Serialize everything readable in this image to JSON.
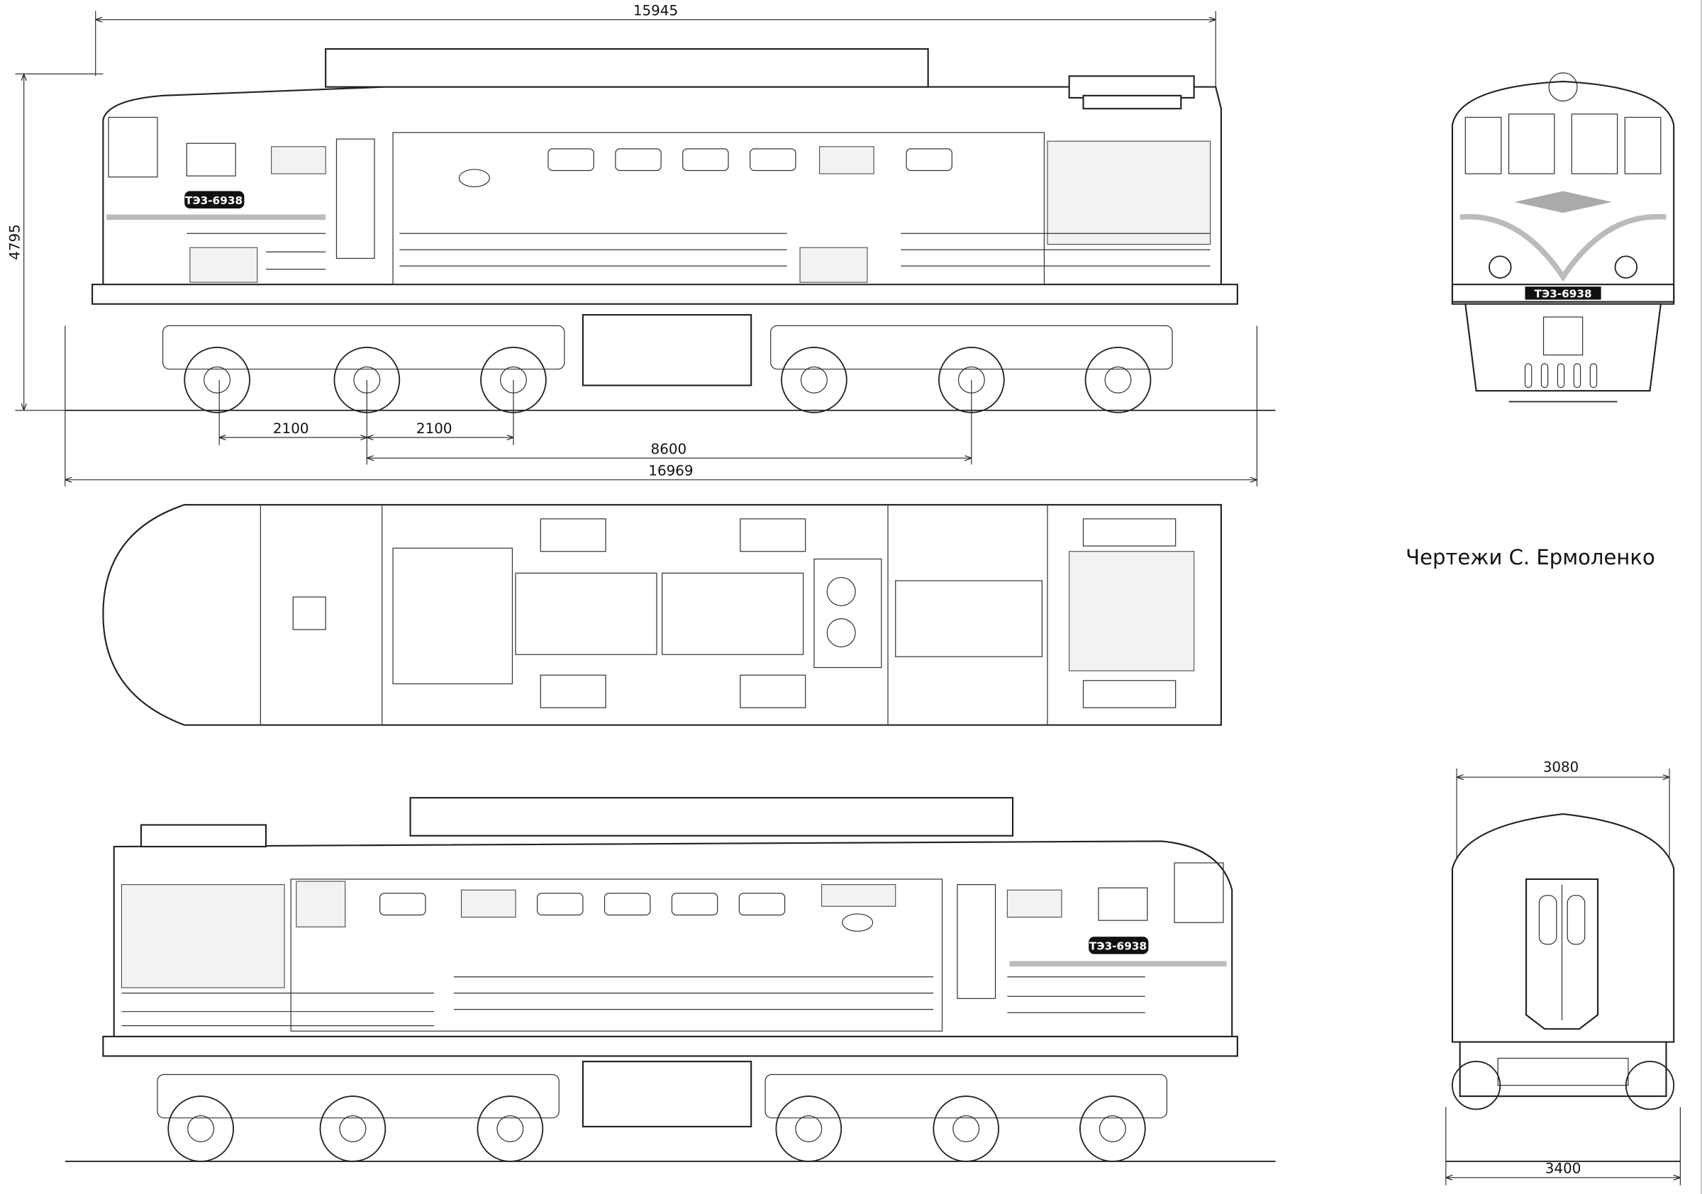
{
  "dimensions": {
    "overall_body_length": "15945",
    "height": "4795",
    "axle_spacing_1": "2100",
    "axle_spacing_2": "2100",
    "bogie_centers": "8600",
    "length_over_couplers": "16969",
    "body_width": "3080",
    "bogie_width": "3400"
  },
  "number_plate": "ТЭ3-6938",
  "author": "Чертежи С. Ермоленко"
}
